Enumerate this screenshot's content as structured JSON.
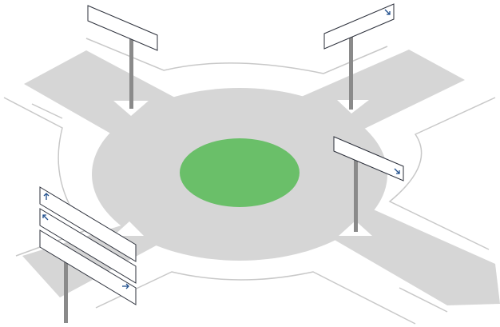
{
  "scene": {
    "colors": {
      "road": "#d6d6d6",
      "island": "#6abf69",
      "curb": "#c8c8c8",
      "pole": "#8a8a8a",
      "sign_border": "#2b2f3a",
      "arrow": "#1f4e8c",
      "direction_marker": "#ffffff"
    },
    "signs": [
      {
        "id": "north-west",
        "arrows": []
      },
      {
        "id": "north-east",
        "arrows": [
          "down-right"
        ]
      },
      {
        "id": "east",
        "arrows": [
          "down-right"
        ]
      },
      {
        "id": "south-west-stack",
        "arrows": [
          "up",
          "up-left",
          "right"
        ]
      }
    ],
    "icons": [
      "arrow-up-icon",
      "arrow-up-left-icon",
      "arrow-right-icon",
      "arrow-down-right-icon"
    ]
  }
}
